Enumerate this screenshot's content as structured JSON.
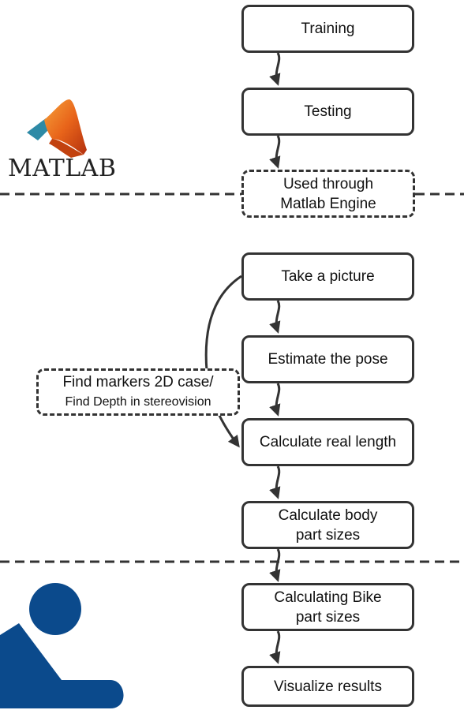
{
  "steps": {
    "training": "Training",
    "testing": "Testing",
    "engine": [
      "Used through",
      "Matlab Engine"
    ],
    "take_picture": "Take a picture",
    "estimate_pose": "Estimate the pose",
    "calc_real_length": "Calculate real length",
    "calc_body": [
      "Calculate body",
      "part sizes"
    ],
    "calc_bike": [
      "Calculating Bike",
      "part sizes"
    ],
    "visualize": "Visualize results"
  },
  "side_note": [
    "Find markers 2D case/",
    "Find Depth in stereovision"
  ],
  "logos": {
    "matlab_text": "MATLAB",
    "matlab_icon": "matlab-membrane-logo",
    "rider_icon": "cyclist-figure"
  },
  "colors": {
    "box_border": "#333333",
    "matlab_orange": "#e8641a",
    "matlab_teal": "#2e8aa6",
    "rider_blue": "#0b4a8c"
  }
}
